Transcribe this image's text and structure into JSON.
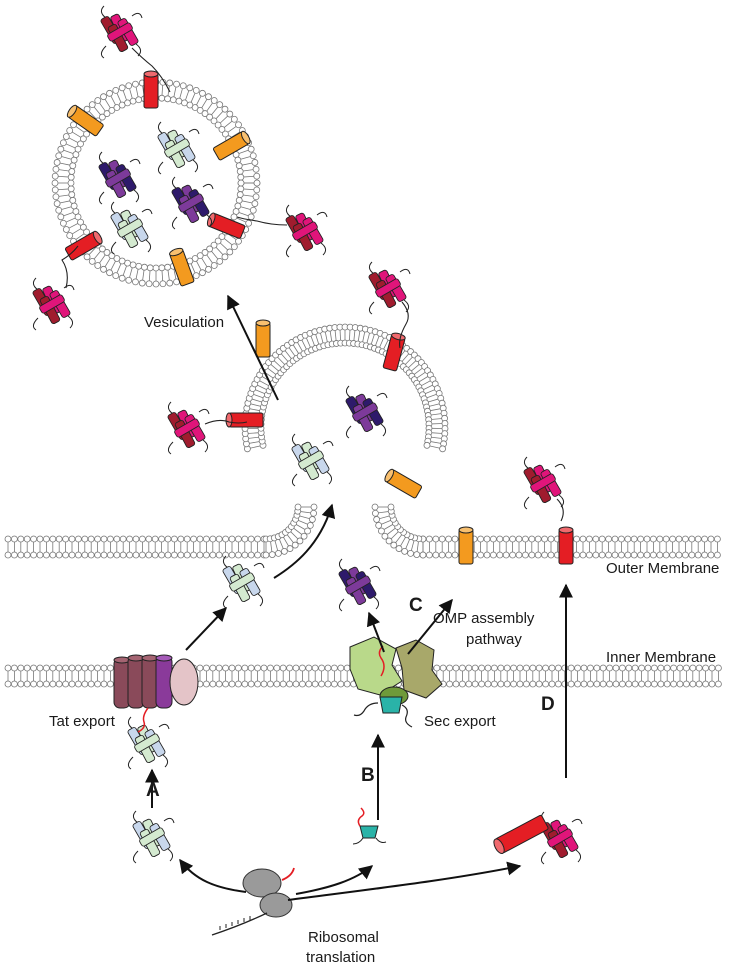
{
  "labels": {
    "vesiculation": "Vesiculation",
    "outer_membrane": "Outer Membrane",
    "inner_membrane": "Inner Membrane",
    "tat_export": "Tat export",
    "sec_export": "Sec export",
    "omp_line1": "OMP assembly",
    "omp_line2": "pathway",
    "ribosomal_line1": "Ribosomal",
    "ribosomal_line2": "translation",
    "pathway_a": "A",
    "pathway_b": "B",
    "pathway_c": "C",
    "pathway_d": "D"
  },
  "colors": {
    "lipid_fill": "#ffffff",
    "lipid_stroke": "#777777",
    "omp_orange": "#f39a1f",
    "omp_red": "#e41e24",
    "protein_magenta": "#e0157a",
    "protein_darkred": "#a01c2e",
    "protein_pale_blue": "#c8d7ec",
    "protein_pale_green": "#d4ead0",
    "protein_dark_purple": "#2e1a6b",
    "protein_violet": "#7d3a9a",
    "sec_light_green": "#b9d98a",
    "sec_olive": "#a8a86a",
    "sec_green": "#6f9a3a",
    "sec_teal": "#2ab3a8",
    "tat_maroon": "#8a4a5a",
    "tat_purple": "#8a3a9a",
    "tat_pink": "#e4c4c8",
    "ribosome_grey": "#9a9a9a",
    "signal_peptide_red": "#e41e24",
    "arrow": "#111111"
  }
}
